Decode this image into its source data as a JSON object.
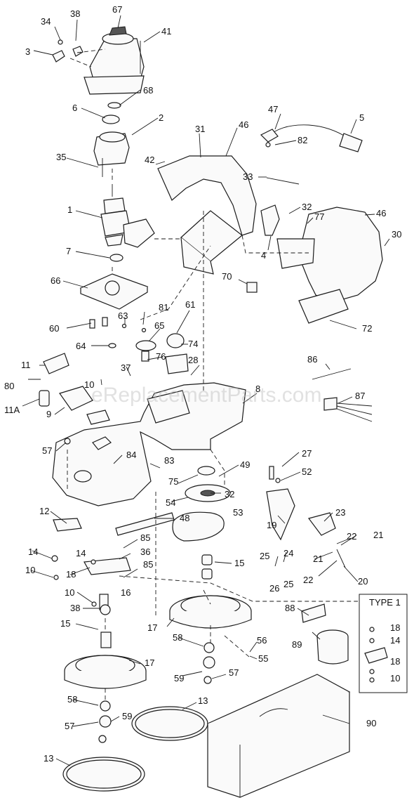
{
  "watermark": "eReplacementParts.com",
  "inset_title": "TYPE 1",
  "labels": {
    "l34": "34",
    "l38": "38",
    "l67": "67",
    "l3": "3",
    "l41": "41",
    "l68": "68",
    "l6": "6",
    "l2": "2",
    "l47": "47",
    "l5": "5",
    "l31": "31",
    "l46a": "46",
    "l82": "82",
    "l35": "35",
    "l42": "42",
    "l33": "33",
    "l1": "1",
    "l32a": "32",
    "l46b": "46",
    "l77": "77",
    "l30": "30",
    "l4": "4",
    "l7": "7",
    "l70": "70",
    "l66": "66",
    "l81": "81",
    "l61": "61",
    "l63": "63",
    "l65": "65",
    "l60": "60",
    "l74": "74",
    "l72": "72",
    "l64": "64",
    "l76": "76",
    "l11": "11",
    "l37": "37",
    "l28": "28",
    "l86": "86",
    "l80": "80",
    "l10a": "10",
    "l8": "8",
    "l87": "87",
    "l11A": "11A",
    "l9": "9",
    "l57a": "57",
    "l84": "84",
    "l83": "83",
    "l27": "27",
    "l49": "49",
    "l52": "52",
    "l75": "75",
    "l32b": "32",
    "l54": "54",
    "l12": "12",
    "l23": "23",
    "l53": "53",
    "l48": "48",
    "l19": "19",
    "l85a": "85",
    "l14a": "14",
    "l36": "36",
    "l24": "24",
    "l22a": "22",
    "l21a": "21",
    "l25a": "25",
    "l21b": "21",
    "l14b": "14",
    "l85b": "85",
    "l15a": "15",
    "l10b": "10",
    "l18a": "18",
    "l26": "26",
    "l25b": "25",
    "l22b": "22",
    "l20": "20",
    "l16": "16",
    "l10c": "10",
    "l38b": "38",
    "l88": "88",
    "l15b": "15",
    "l17a": "17",
    "l18b": "18",
    "l14c": "14",
    "l58a": "58",
    "l56": "56",
    "l89": "89",
    "l17b": "17",
    "l55": "55",
    "l18c": "18",
    "l59a": "59",
    "l57b": "57",
    "l10d": "10",
    "l58b": "58",
    "l13a": "13",
    "l90": "90",
    "l57c": "57",
    "l59b": "59",
    "l13b": "13"
  }
}
